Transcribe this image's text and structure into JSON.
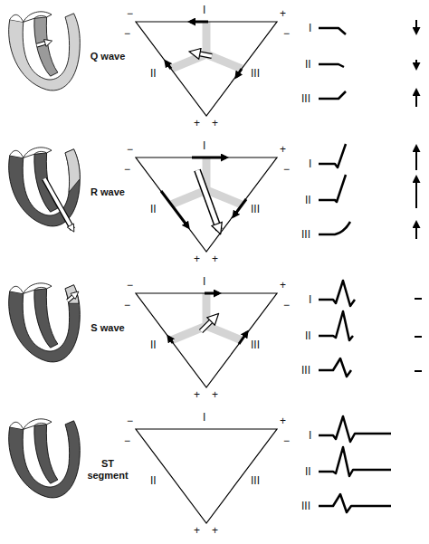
{
  "diagram": {
    "labels": [
      "Q wave",
      "−",
      "I",
      "+",
      "−",
      "II",
      "−",
      "III",
      "+",
      "+",
      "I",
      "II",
      "III",
      "R wave",
      "−",
      "I",
      "+",
      "−",
      "II",
      "−",
      "III",
      "+",
      "+",
      "I",
      "II",
      "III",
      "S wave",
      "−",
      "I",
      "+",
      "−",
      "II",
      "−",
      "III",
      "+",
      "+",
      "I",
      "II",
      "III",
      "ST segment",
      "−",
      "I",
      "+",
      "−",
      "II",
      "−",
      "III",
      "+",
      "+",
      "I",
      "II",
      "III"
    ]
  }
}
